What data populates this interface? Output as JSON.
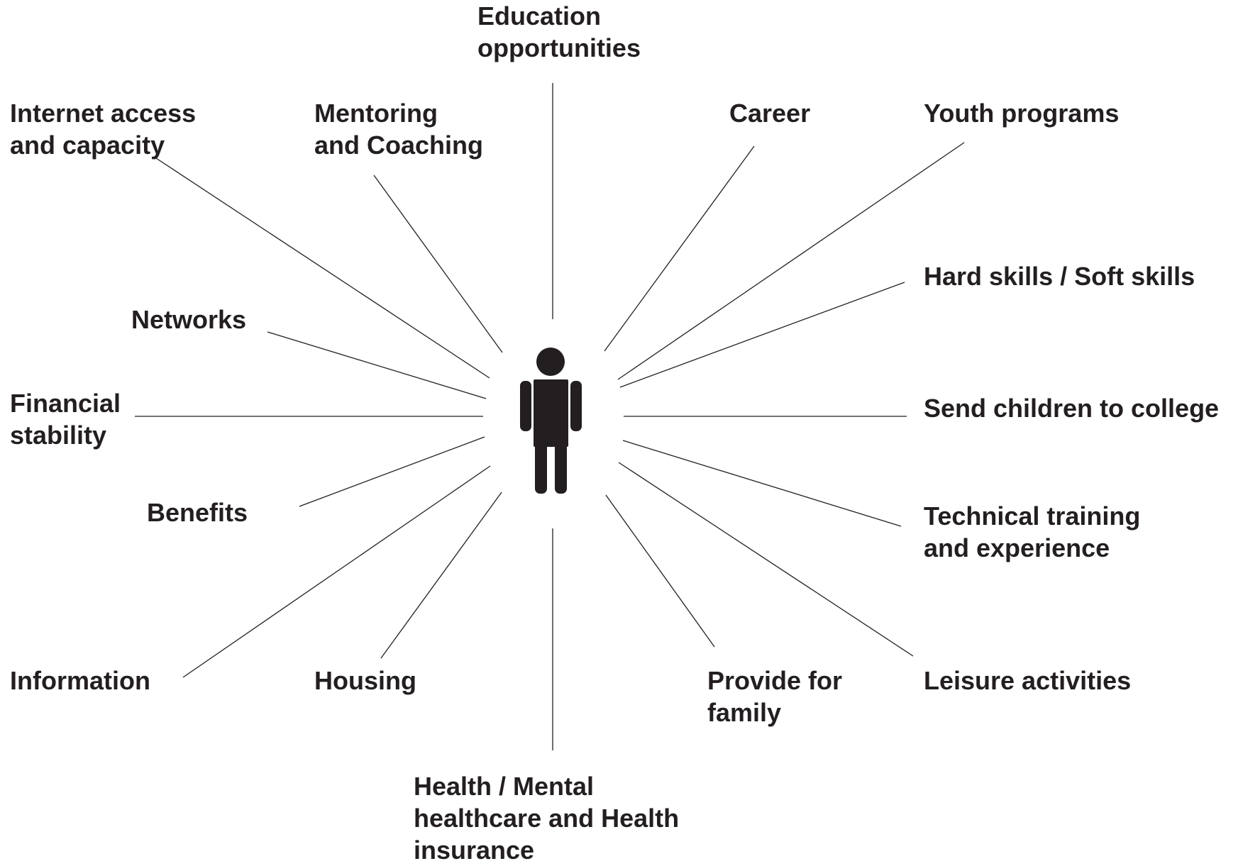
{
  "center_figure": {
    "icon": "person-icon",
    "color": "#231f20"
  },
  "colors": {
    "text": "#231f20",
    "lines": "#231f20",
    "background": "#ffffff"
  },
  "labels": {
    "education": [
      "Education",
      "opportunities"
    ],
    "internet": [
      "Internet access",
      "and capacity"
    ],
    "mentoring": [
      "Mentoring",
      "and Coaching"
    ],
    "career": [
      "Career"
    ],
    "youth": [
      "Youth programs"
    ],
    "skills": [
      "Hard skills / Soft skills"
    ],
    "networks": [
      "Networks"
    ],
    "financial": [
      "Financial",
      "stability"
    ],
    "college": [
      "Send children to college"
    ],
    "benefits": [
      "Benefits"
    ],
    "technical": [
      "Technical training",
      "and experience"
    ],
    "information": [
      "Information"
    ],
    "housing": [
      "Housing"
    ],
    "family": [
      "Provide for",
      "family"
    ],
    "leisure": [
      "Leisure activities"
    ],
    "health": [
      "Health / Mental",
      "healthcare and Health",
      "insurance"
    ]
  }
}
